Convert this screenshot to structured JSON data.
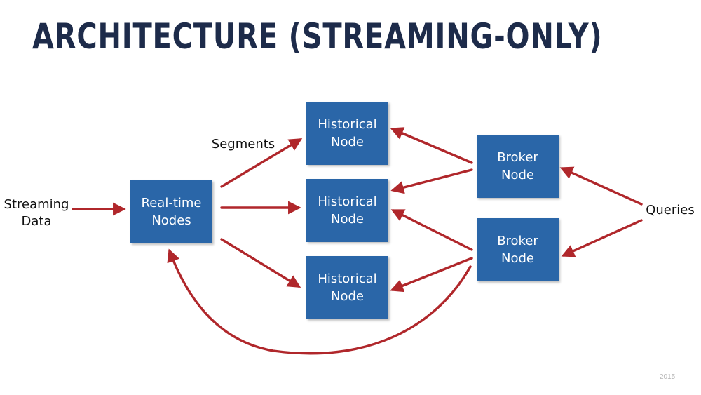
{
  "slide": {
    "title": "ARCHITECTURE (STREAMING-ONLY)",
    "footer": "2015"
  },
  "labels": {
    "streaming_data": "Streaming\nData",
    "segments": "Segments",
    "queries": "Queries"
  },
  "nodes": {
    "realtime": "Real-time\nNodes",
    "historical_1": "Historical\nNode",
    "historical_2": "Historical\nNode",
    "historical_3": "Historical\nNode",
    "broker_1": "Broker\nNode",
    "broker_2": "Broker\nNode"
  },
  "colors": {
    "node_fill": "#2a66a8",
    "arrow": "#b0272b",
    "title": "#1d2b4a"
  }
}
